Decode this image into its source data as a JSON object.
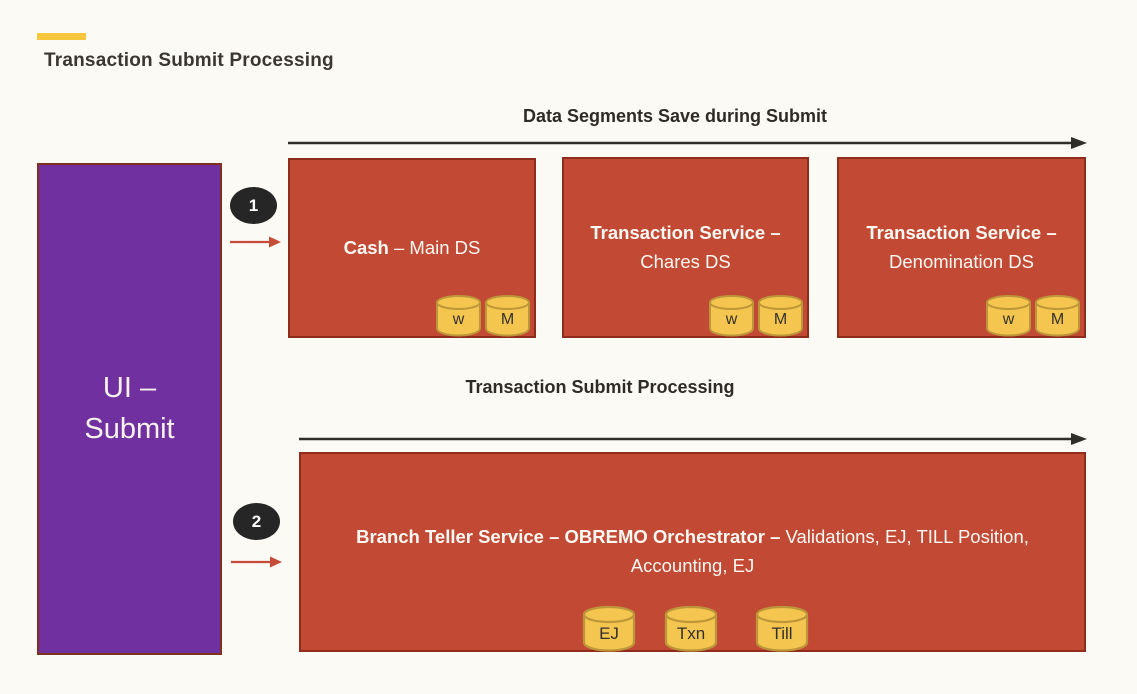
{
  "page": {
    "title": "Transaction Submit Processing"
  },
  "ui_panel": {
    "line1": "UI –",
    "line2": "Submit"
  },
  "flow_top": {
    "heading": "Data Segments Save during Submit",
    "step": "1",
    "services": [
      {
        "name_bold": "Cash",
        "name_rest": " – Main DS",
        "cylinders": [
          "w",
          "M"
        ]
      },
      {
        "name_bold": "Transaction Service –",
        "name_rest": " Chares DS",
        "cylinders": [
          "w",
          "M"
        ]
      },
      {
        "name_bold": "Transaction Service –",
        "name_rest": " Denomination  DS",
        "cylinders": [
          "w",
          "M"
        ]
      }
    ]
  },
  "flow_bottom": {
    "heading": "Transaction Submit Processing",
    "step": "2",
    "service": {
      "name_bold": "Branch Teller Service – OBREMO Orchestrator –",
      "name_rest": " Validations, EJ, TILL Position, Accounting, EJ",
      "cylinders": [
        "EJ",
        "Txn",
        "Till"
      ]
    }
  },
  "colors": {
    "background": "#FCFAF5",
    "accent_bar": "#F8C63D",
    "service_box_fill": "#C24A35",
    "service_box_border": "#8F2D1D",
    "ui_panel_fill": "#7030A0",
    "ui_panel_border": "#7E301F",
    "cylinder_fill": "#F4C64F",
    "cylinder_border": "#BC9638",
    "step_circle": "#262626",
    "flow_arrow": "#302E2B",
    "pointer_arrow": "#C44C38"
  }
}
